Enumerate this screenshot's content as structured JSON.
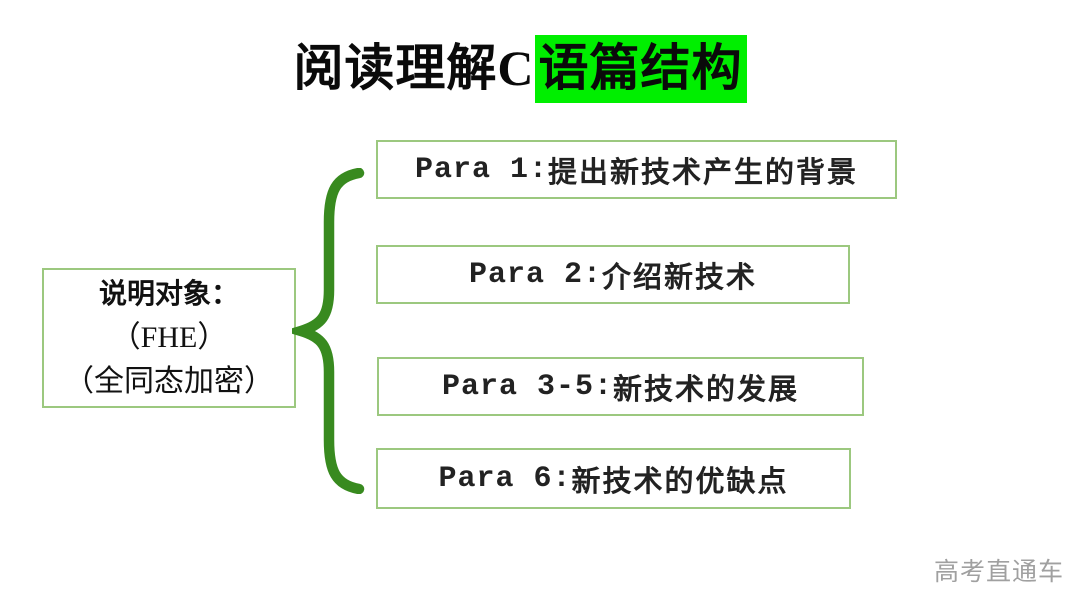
{
  "title": {
    "plain": "阅读理解C",
    "highlighted": "语篇结构"
  },
  "subject_box": {
    "line1": "说明对象：",
    "line2": "（FHE）",
    "line3": "（全同态加密）"
  },
  "paragraphs": [
    {
      "prefix": "Para 1:",
      "text": "提出新技术产生的背景"
    },
    {
      "prefix": "Para 2:",
      "text": "介绍新技术"
    },
    {
      "prefix": "Para 3-5:",
      "text": "新技术的发展"
    },
    {
      "prefix": "Para 6:",
      "text": "新技术的优缺点"
    }
  ],
  "watermark": "高考直通车",
  "colors": {
    "highlight_green": "#00ef00",
    "brace_green": "#388a1f",
    "box_border_green": "#9cc87f"
  }
}
